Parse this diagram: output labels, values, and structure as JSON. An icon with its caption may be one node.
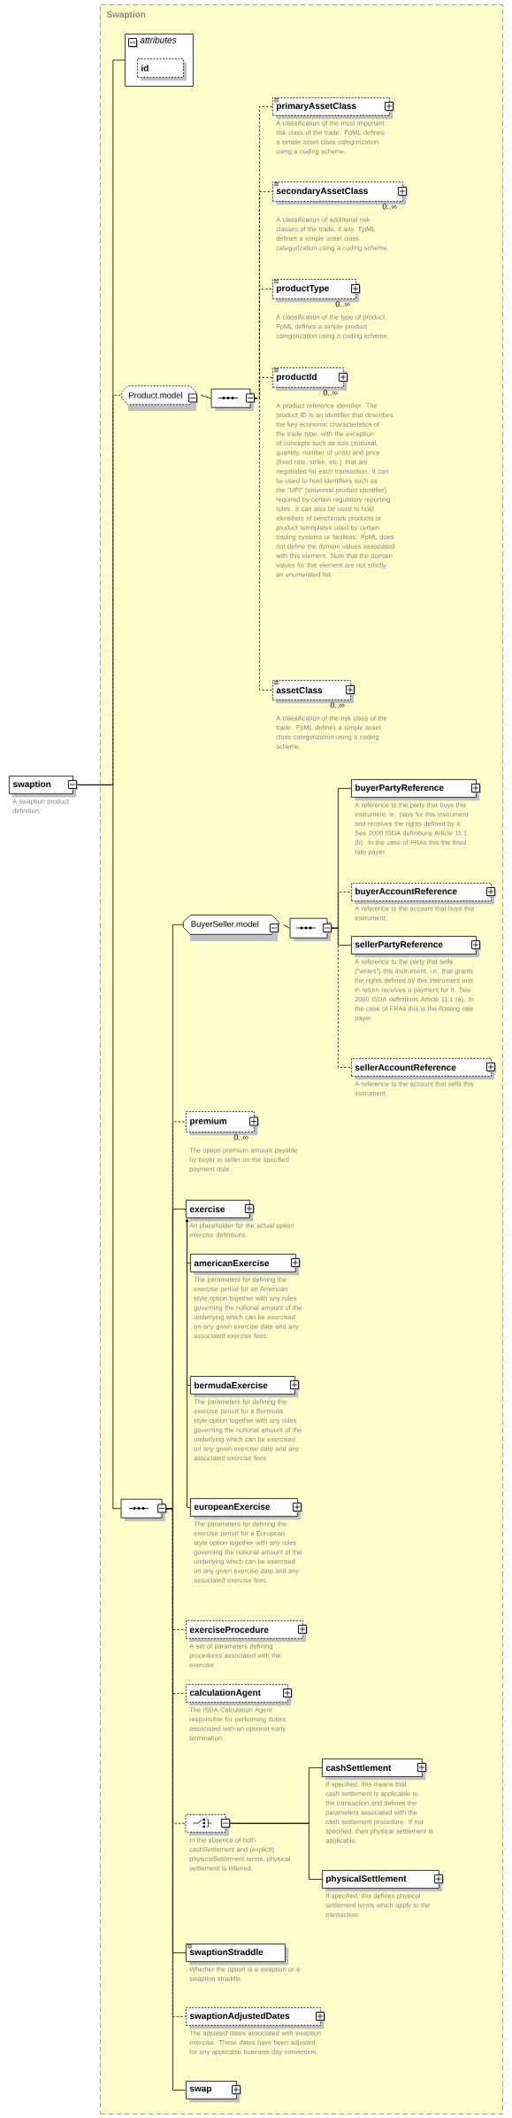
{
  "diagram": {
    "nodes": [
      {
        "text": [
          "Swaption"
        ]
      },
      {
        "text": [
          "attributes"
        ],
        "in": 0
      },
      {
        "text": [
          "id"
        ],
        "in": 1
      },
      {
        "text": [
          "swaption"
        ],
        "beside": [
          "A swaption product definition."
        ]
      },
      {
        "text": [
          "Product.model"
        ],
        "in": 0
      },
      {
        "text": [],
        "shape": "octagon",
        "in": 0
      },
      {
        "text": [
          "primaryAssetClass"
        ],
        "in": 0,
        "beside": [
          "A classification of the most important risk class of the trade. FpML defines a simple asset class categorization using a coding scheme."
        ]
      },
      {
        "text": [
          "secondaryAssetClass"
        ],
        "in": 0,
        "beside": [
          "0..∞",
          "A classification of additional risk classes of the trade, if any. FpML defines a simple asset class categorization using a coding scheme."
        ]
      },
      {
        "text": [
          "productType"
        ],
        "in": 0,
        "beside": [
          "0..∞",
          "A classification of the type of product. FpML defines a simple product categorization using a coding scheme."
        ]
      },
      {
        "text": [
          "productId"
        ],
        "in": 0,
        "beside": [
          "0..∞",
          "A product reference identifier. The product ID is an identifier that describes the key economic characteristics of the trade type, with the exception of concepts such as size (notional, quantity, number of units) and price (fixed rate, strike, etc.) that are negotiated for each transaction. It can be used to hold identifiers such as the \"UPI\" (universal product identifier) required by certain regulatory reporting rules. It can also be used to hold identifiers of benchmark products or product temnplates used by certain trading systems or facilities. FpML does not define the domain values associated with this element. Note that the domain values for this element are not strictly an enumerated list."
        ]
      },
      {
        "text": [
          "assetClass"
        ],
        "in": 0,
        "beside": [
          "0..∞",
          "A classification of the risk class of the trade. FpML defines a simple asset class categorization using a coding scheme."
        ]
      },
      {
        "text": [
          "BuyerSeller.model"
        ],
        "in": 0
      },
      {
        "text": [],
        "shape": "octagon",
        "in": 0
      },
      {
        "text": [
          "buyerPartyReference"
        ],
        "in": 0,
        "beside": [
          "A reference to the party that buys this instrument, ie. pays for this instrument and receives the rights defined by it. See 2000 ISDA definitions Article 11.1 (b). In the case of FRAs this the fixed rate payer."
        ]
      },
      {
        "text": [
          "buyerAccountReference"
        ],
        "in": 0,
        "beside": [
          "A reference to the account that buys this instrument."
        ]
      },
      {
        "text": [
          "sellerPartyReference"
        ],
        "in": 0,
        "beside": [
          "A reference to the party that sells (\"writes\") this instrument, i.e. that grants the rights defined by this instrument and in return receives a payment for it. See 2000 ISDA definitions Article 11.1 (a). In the case of FRAs this is the floating rate payer."
        ]
      },
      {
        "text": [
          "sellerAccountReference"
        ],
        "in": 0,
        "beside": [
          "A reference to the account that sells this instrument."
        ]
      },
      {
        "text": [
          "premium"
        ],
        "in": 0,
        "beside": [
          "0..∞",
          "The option premium amount payable by buyer to seller on the specified payment date."
        ]
      },
      {
        "text": [
          "exercise"
        ],
        "in": 0,
        "beside": [
          "An placeholder for the actual option exercise definitions."
        ]
      },
      {
        "text": [
          "americanExercise"
        ],
        "in": 0,
        "beside": [
          "The parameters for defining the exercise period for an American style option together with any rules governing the notional amount of the underlying which can be exercised on any given exercise date and any associated exercise fees."
        ]
      },
      {
        "text": [
          "bermudaExercise"
        ],
        "in": 0,
        "beside": [
          "The parameters for defining the exercise period for a Bermuda style option together with any rules governing the notional amount of the underlying which can be exercised on any given exercise date and any associated exercise fees."
        ]
      },
      {
        "text": [
          "europeanExercise"
        ],
        "in": 0,
        "beside": [
          "The parameters for defining the exercise period for a European style option together with any rules governing the notional amount of the underlying which can be exercised on any given exercise date and any associated exercise fees."
        ]
      },
      {
        "text": [],
        "shape": "octagon",
        "in": 0
      },
      {
        "text": [
          "exerciseProcedure"
        ],
        "in": 0,
        "beside": [
          "A set of parameters defining procedures associated with the exercise."
        ]
      },
      {
        "text": [
          "calculationAgent"
        ],
        "in": 0,
        "beside": [
          "The ISDA Calculation Agent responsible for performing duties associated with an optional early termination."
        ]
      },
      {
        "text": [],
        "shape": "octagon",
        "in": 0,
        "beside": [
          "In the absence of both cashSettlement and (explicit) physicalSettlement terms, physical settlement is inferred."
        ]
      },
      {
        "text": [
          "cashSettlement"
        ],
        "in": 0,
        "beside": [
          "If specified, this means that cash settlement is applicable to the transaction and defines the parameters associated with the cash settlement procedure. If not specified, then physical settlement is applicable."
        ]
      },
      {
        "text": [
          "physicalSettlement"
        ],
        "in": 0,
        "beside": [
          "If specified, this defines physical settlement terms which apply to the transaction."
        ]
      },
      {
        "text": [
          "swaptionStraddle"
        ],
        "in": 0,
        "beside": [
          "Whether the option is a swaption or a swaption straddle."
        ]
      },
      {
        "text": [
          "swaptionAdjustedDates"
        ],
        "in": 0,
        "beside": [
          "The adjusted dates associated with swaption exercise. These dates have been adjusted for any applicable business day convention."
        ]
      },
      {
        "text": [
          "swap"
        ],
        "in": 0
      }
    ],
    "edges": [
      {
        "from": 3,
        "to": 1,
        "arrow": "none"
      },
      {
        "from": 3,
        "to": 4,
        "arrow": "none",
        "style": "dashed"
      },
      {
        "from": 3,
        "to": 22,
        "arrow": "none"
      },
      {
        "from": 4,
        "to": 5,
        "arrow": "none"
      },
      {
        "from": 5,
        "to": 6,
        "arrow": "none",
        "style": "dashed"
      },
      {
        "from": 5,
        "to": 7,
        "arrow": "none",
        "style": "dashed"
      },
      {
        "from": 5,
        "to": 8,
        "arrow": "none",
        "style": "dashed"
      },
      {
        "from": 5,
        "to": 9,
        "arrow": "none",
        "style": "dashed"
      },
      {
        "from": 5,
        "to": 10,
        "arrow": "none",
        "style": "dashed"
      },
      {
        "from": 22,
        "to": 11,
        "arrow": "none"
      },
      {
        "from": 11,
        "to": 12,
        "arrow": "none"
      },
      {
        "from": 12,
        "to": 13,
        "arrow": "none"
      },
      {
        "from": 12,
        "to": 14,
        "arrow": "none",
        "style": "dashed"
      },
      {
        "from": 12,
        "to": 15,
        "arrow": "none"
      },
      {
        "from": 12,
        "to": 16,
        "arrow": "none",
        "style": "dashed"
      },
      {
        "from": 22,
        "to": 17,
        "arrow": "none",
        "style": "dashed"
      },
      {
        "from": 22,
        "to": 18,
        "arrow": "none"
      },
      {
        "from": 19,
        "to": 18,
        "arrow": "to"
      },
      {
        "from": 20,
        "to": 18,
        "arrow": "to"
      },
      {
        "from": 21,
        "to": 18,
        "arrow": "to"
      },
      {
        "from": 22,
        "to": 23,
        "arrow": "none",
        "style": "dashed"
      },
      {
        "from": 22,
        "to": 24,
        "arrow": "none",
        "style": "dashed"
      },
      {
        "from": 22,
        "to": 25,
        "arrow": "none",
        "style": "dashed"
      },
      {
        "from": 25,
        "to": 26,
        "arrow": "none"
      },
      {
        "from": 25,
        "to": 27,
        "arrow": "none"
      },
      {
        "from": 22,
        "to": 28,
        "arrow": "none"
      },
      {
        "from": 22,
        "to": 29,
        "arrow": "none",
        "style": "dashed"
      },
      {
        "from": 22,
        "to": 30,
        "arrow": "none"
      }
    ]
  }
}
